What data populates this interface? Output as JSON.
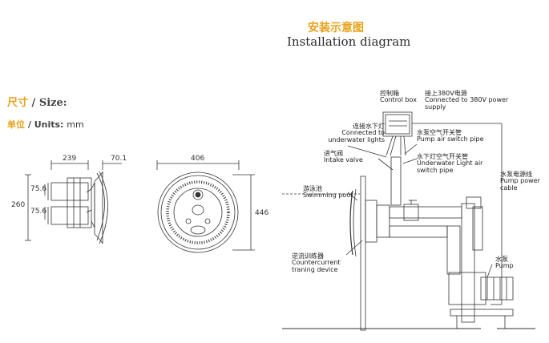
{
  "header": {
    "title_zh": "安装示意图",
    "title_en": "Installation diagram"
  },
  "size_section": {
    "size_label_zh": "尺寸",
    "size_label_en": "/ Size:",
    "units_label_zh": "单位",
    "units_label_en": "/ Units:",
    "units_value": "mm"
  },
  "dimensions": {
    "width_239": "239",
    "width_70": "70.1",
    "height_260": "260",
    "pipe_upper": "75.6",
    "pipe_lower": "75.6",
    "diameter_406": "406",
    "height_446": "446"
  },
  "labels": {
    "control_box": {
      "zh": "控制箱",
      "en": "Control box"
    },
    "power_supply": {
      "zh": "接上380V电源",
      "en": "Connected to 380V power supply"
    },
    "underwater_lights": {
      "zh": "连接水下灯",
      "en": "Connected to underwater lights"
    },
    "pump_air_switch": {
      "zh": "水泵空气开关管",
      "en": "Pump air switch pipe"
    },
    "intake_valve": {
      "zh": "进气阀",
      "en": "Intake valve"
    },
    "light_air_switch": {
      "zh": "水下灯空气开关管",
      "en": "Underwater Light air switch pipe"
    },
    "swimming_pool": {
      "zh": "游泳池",
      "en": "Swimming pool"
    },
    "pump_power_cable": {
      "zh": "水泵电源线",
      "en": "Pump power cable"
    },
    "counter_device": {
      "zh": "逆流训练器",
      "en": "Countercurrent traning device"
    },
    "pump": {
      "zh": "水泵",
      "en": "Pump"
    }
  },
  "colors": {
    "accent": "#e8a11a",
    "line": "#333333"
  }
}
